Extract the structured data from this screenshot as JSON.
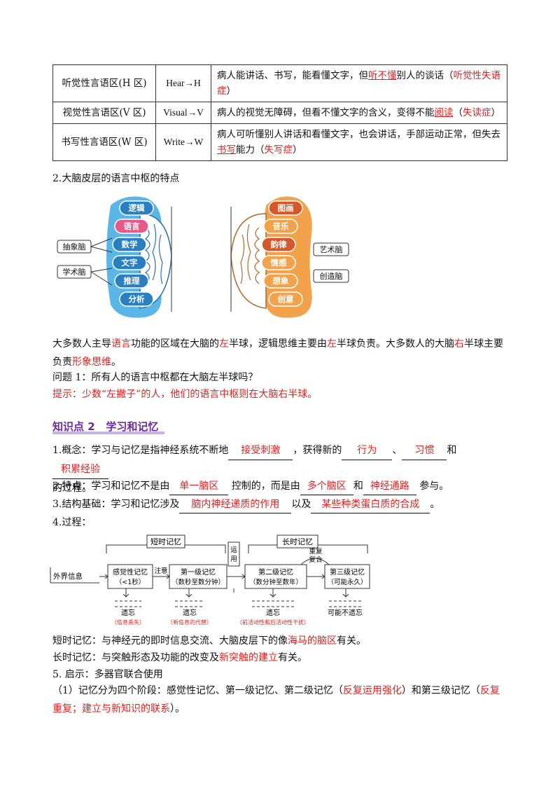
{
  "table": {
    "rows": [
      {
        "area": "听觉性言语区(H 区)",
        "code": "Hear→H",
        "desc_pre": "病人能讲话、书写，能看懂文字，但",
        "desc_hl": "听不懂",
        "desc_mid": "别人的谈话（",
        "desc_red": "听觉性失语症",
        "desc_end": "）"
      },
      {
        "area": "视觉性言语区(V 区)",
        "code": "Visual→V",
        "desc_pre": "病人的视觉无障碍，但看不懂文字的含义，变得不能",
        "desc_hl": "阅读",
        "desc_mid": "（",
        "desc_red": "失读症",
        "desc_end": "）"
      },
      {
        "area": "书写性言语区(W 区)",
        "code": "Write→W",
        "desc_pre": "病人可听懂别人讲话和看懂文字，也会讲话，手部运动正常，但失去",
        "desc_hl": "书写",
        "desc_mid": "能力（",
        "desc_red": "失写症",
        "desc_end": "）"
      }
    ]
  },
  "section2_heading": "2.大脑皮层的语言中枢的特点",
  "brain_figure": {
    "left_items": [
      "逻辑",
      "语言",
      "数学",
      "文字",
      "推理",
      "分析"
    ],
    "left_labels": [
      "抽象脑",
      "学术脑"
    ],
    "right_items": [
      "图画",
      "音乐",
      "韵律",
      "情感",
      "想象",
      "创意"
    ],
    "right_labels": [
      "艺术脑",
      "创造脑"
    ],
    "left_color": "#5bb6e8",
    "right_color": "#f2a24a"
  },
  "para1": {
    "t1": "大多数人主导",
    "r1": "语言",
    "t2": "功能的区域在大脑的",
    "r2": "左",
    "t3": "半球，逻辑思维主要由",
    "r3": "左",
    "t4": "半球负责。大多数人的大脑",
    "r4": "右",
    "t5": "半球主要负责",
    "r5": "形象思维",
    "t6": "。"
  },
  "question1": "问题 1：所有人的语言中枢都在大脑左半球吗？",
  "hint1": "提示：少数“左撇子”的人，他们的语言中枢则在大脑右半球。",
  "kp2": {
    "label": "知识点 2",
    "title": "学习和记忆"
  },
  "concept": {
    "t1": "1.概念：学习与记忆是指神经系统不断地",
    "b1": "接受刺激",
    "t2": "，获得新的",
    "b2": "行为",
    "t3": "、",
    "b3": "习惯",
    "t4": "和",
    "b4": "积累经验",
    "t5": "的过程。"
  },
  "feature": {
    "t1": "2.特点：学习和记忆不是由",
    "b1": "单一脑区",
    "t2": "控制的，而是由",
    "b2": "多个脑区",
    "t3": "和",
    "b3": "神经通路",
    "t4": "参与。"
  },
  "structure": {
    "t1": "3.结构基础：学习和记忆涉及",
    "b1": "脑内神经递质的作用",
    "t2": "以及",
    "b2": "某些种类蛋白质的合成",
    "t3": "。"
  },
  "process_heading": "4.过程：",
  "flow": {
    "short_term": "短时记忆",
    "long_term": "长时记忆",
    "external": "外界信息",
    "s1a": "感觉性记忆",
    "s1b": "（<1秒）",
    "attention": "注意",
    "s2a": "第一级记忆",
    "s2b": "（数秒至数分钟）",
    "use": "运用",
    "s3a": "第二级记忆",
    "s3b": "（数分钟至数年）",
    "repeat1": "重复",
    "repeat2": "复合",
    "s4a": "第三级记忆",
    "s4b": "（可能永久）",
    "forget": "遗忘",
    "forget_last": "可能不遗忘",
    "f1": "（信息丢失）",
    "f2": "（新信息的代替）",
    "f3": "（前活动性和后活动性干扰）"
  },
  "short_note": {
    "t1": "短时记忆：与神经元的即时信息交流、大脑皮层下的像",
    "r1": "海马的脑区",
    "t2": "有关。"
  },
  "long_note": {
    "t1": "长时记忆：与突触形态及功能的改变及",
    "r1": "新突触的建立",
    "t2": "有关。"
  },
  "enlight": "5. 启示：多器官联合使用",
  "stages": {
    "t1": "（1）记忆分为四个阶段：感觉性记忆、第一级记忆、第二级记忆（",
    "r1": "反复运用强化",
    "t2": "）和第三级记忆（",
    "r2": "反复重复；建立与新知识的联系",
    "t3": "）。"
  }
}
